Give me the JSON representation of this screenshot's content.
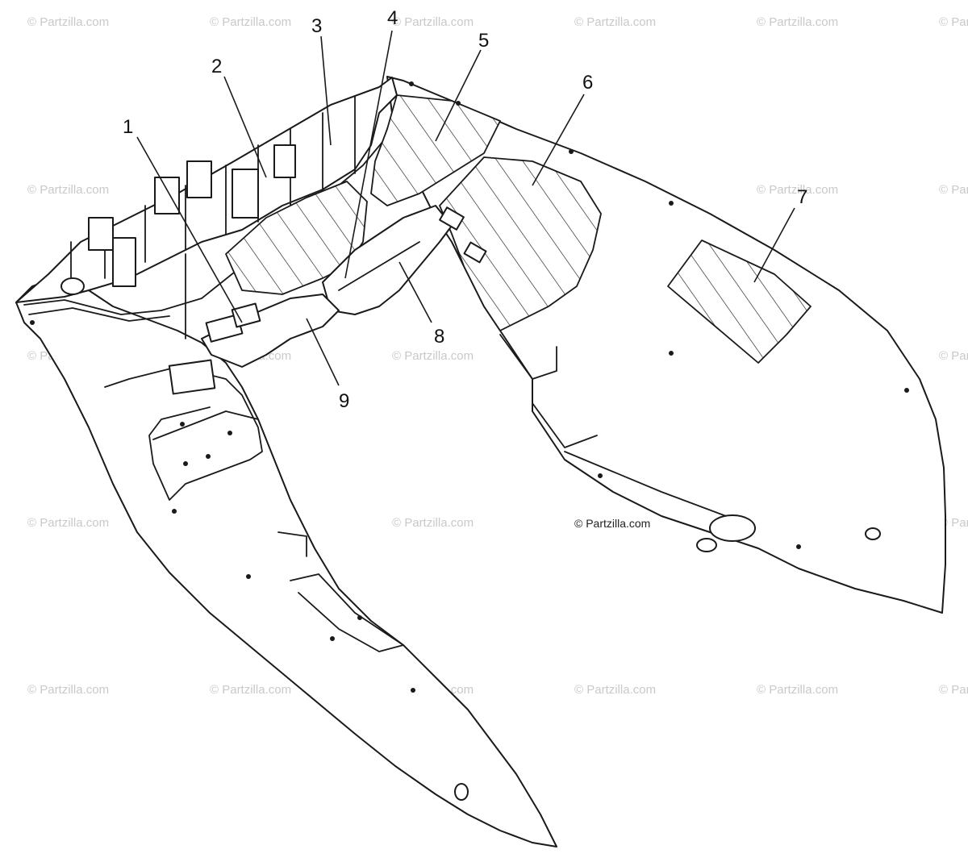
{
  "watermark": "© Partzilla.com",
  "watermark_center": "© Partzilla.com",
  "callouts": [
    {
      "id": "1",
      "label": "1"
    },
    {
      "id": "2",
      "label": "2"
    },
    {
      "id": "3",
      "label": "3"
    },
    {
      "id": "4",
      "label": "4"
    },
    {
      "id": "5",
      "label": "5"
    },
    {
      "id": "6",
      "label": "6"
    },
    {
      "id": "7",
      "label": "7"
    },
    {
      "id": "8",
      "label": "8"
    },
    {
      "id": "9",
      "label": "9"
    }
  ]
}
